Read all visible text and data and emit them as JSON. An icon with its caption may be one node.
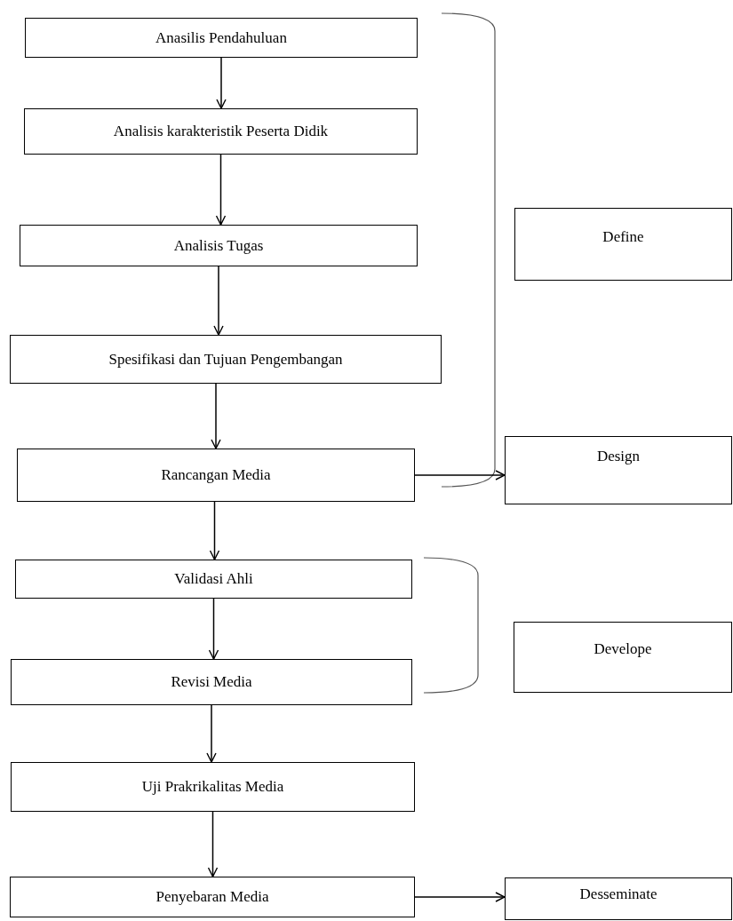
{
  "diagram": {
    "nodes": [
      {
        "text": [
          "Anasilis Pendahuluan"
        ]
      },
      {
        "text": [
          "Analisis karakteristik Peserta Didik"
        ]
      },
      {
        "text": [
          "Analisis Tugas"
        ]
      },
      {
        "text": [
          "Spesifikasi dan Tujuan Pengembangan"
        ]
      },
      {
        "text": [
          "Rancangan Media"
        ]
      },
      {
        "text": [
          "Validasi Ahli"
        ]
      },
      {
        "text": [
          "Revisi Media"
        ]
      },
      {
        "text": [
          "Uji Prakrikalitas Media"
        ]
      },
      {
        "text": [
          "Penyebaran Media"
        ]
      },
      {
        "text": [
          "Define"
        ]
      },
      {
        "text": [
          "Design"
        ]
      },
      {
        "text": [
          "Develope"
        ]
      },
      {
        "text": [
          "Desseminate"
        ]
      }
    ],
    "edges": [
      {
        "from": 0,
        "to": 1,
        "arrow": "to"
      },
      {
        "from": 1,
        "to": 2,
        "arrow": "to"
      },
      {
        "from": 2,
        "to": 3,
        "arrow": "to"
      },
      {
        "from": 3,
        "to": 4,
        "arrow": "to"
      },
      {
        "from": 4,
        "to": 5,
        "arrow": "to"
      },
      {
        "from": 5,
        "to": 6,
        "arrow": "to"
      },
      {
        "from": 6,
        "to": 7,
        "arrow": "to"
      },
      {
        "from": 7,
        "to": 8,
        "arrow": "to"
      },
      {
        "from": 4,
        "to": 10,
        "arrow": "to"
      },
      {
        "from": 8,
        "to": 12,
        "arrow": "to"
      }
    ]
  }
}
